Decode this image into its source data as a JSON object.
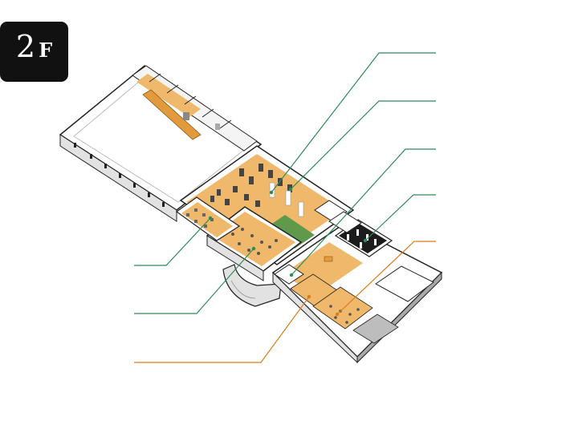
{
  "floor_badge": {
    "number": "2",
    "letter": "F"
  },
  "colors": {
    "floor_orange": "#f0b86a",
    "wall_light": "#e2e2e2",
    "wall_dark": "#a9a9a9",
    "wall_top": "#ffffff",
    "outline": "#222222",
    "leader_green": "#2e8b57",
    "leader_orange": "#e07b1a",
    "carpet_green": "#5f9a4c",
    "dark_room": "#1c1c1c"
  },
  "leaders": [
    {
      "name": "leader-right-1",
      "color": "green"
    },
    {
      "name": "leader-right-2",
      "color": "green"
    },
    {
      "name": "leader-right-3",
      "color": "green"
    },
    {
      "name": "leader-right-4",
      "color": "green"
    },
    {
      "name": "leader-right-5",
      "color": "orange"
    },
    {
      "name": "leader-left-1",
      "color": "green"
    },
    {
      "name": "leader-left-2",
      "color": "green"
    },
    {
      "name": "leader-left-3",
      "color": "orange"
    }
  ]
}
